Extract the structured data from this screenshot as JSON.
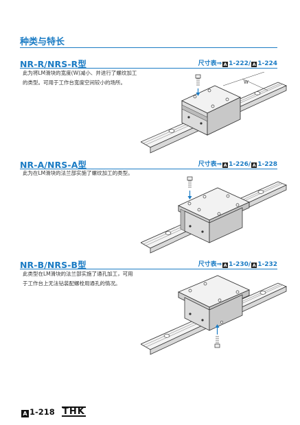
{
  "page": {
    "section_title": "种类与特长",
    "types": [
      {
        "title": "NR-R/NRS-R型",
        "ref_prefix": "尺寸表⇒",
        "ref_mark_1": "A",
        "ref_page_1": "1-222",
        "ref_separator": "/",
        "ref_mark_2": "A",
        "ref_page_2": "1-224",
        "desc_line_1": "此为将LM滑块的宽度(W)减小、并进行了螺纹加工",
        "desc_line_2": "的类型。可用于工作台宽度空间较小的场所。",
        "dimension_label": "W"
      },
      {
        "title": "NR-A/NRS-A型",
        "ref_prefix": "尺寸表⇒",
        "ref_mark_1": "A",
        "ref_page_1": "1-226",
        "ref_separator": "/",
        "ref_mark_2": "A",
        "ref_page_2": "1-228",
        "desc_line_1": "此为在LM滑块的法兰部实施了螺纹加工的类型。"
      },
      {
        "title": "NR-B/NRS-B型",
        "ref_prefix": "尺寸表⇒",
        "ref_mark_1": "A",
        "ref_page_1": "1-230",
        "ref_separator": "/",
        "ref_mark_2": "A",
        "ref_page_2": "1-232",
        "desc_line_1": "此类型在LM滑块的法兰部实施了通孔加工，可用",
        "desc_line_2": "于工作台上无法钻装配螺栓用通孔的情况。"
      }
    ],
    "footer": {
      "mark": "A",
      "page_number": "1-218",
      "brand": "THK"
    }
  }
}
